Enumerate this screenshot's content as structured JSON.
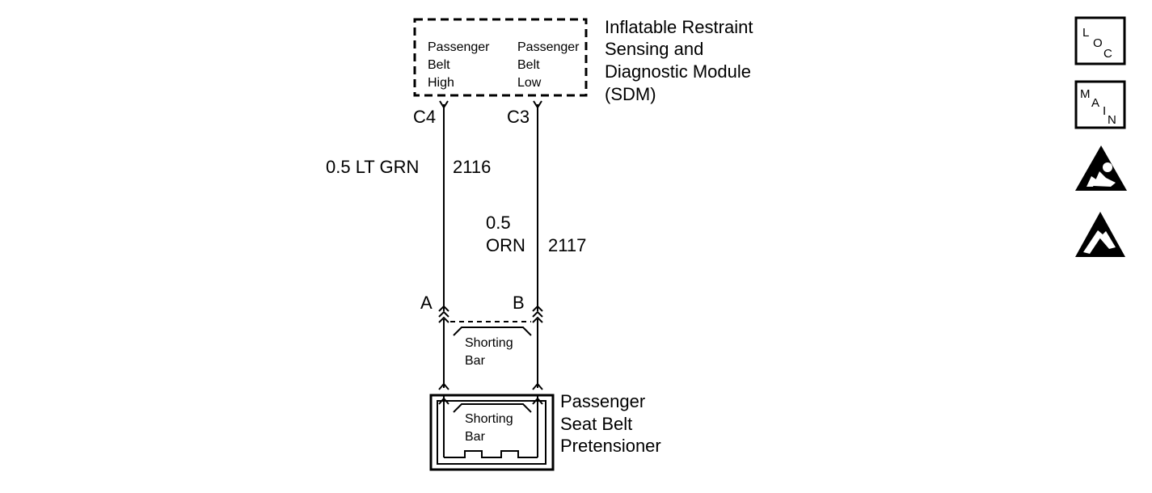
{
  "sdm": {
    "title_lines": [
      "Inflatable Restraint",
      "Sensing and",
      "Diagnostic Module",
      "(SDM)"
    ],
    "pin_left_lines": [
      "Passenger",
      "Belt",
      "High"
    ],
    "pin_right_lines": [
      "Passenger",
      "Belt",
      "Low"
    ],
    "connector_left": "C4",
    "connector_right": "C3"
  },
  "wires": {
    "left": {
      "gauge_color": "0.5 LT GRN",
      "circuit": "2116"
    },
    "right": {
      "gauge": "0.5",
      "color": "ORN",
      "circuit": "2117"
    }
  },
  "connector": {
    "terminal_left": "A",
    "terminal_right": "B",
    "shorting_bar_lines": [
      "Shorting",
      "Bar"
    ]
  },
  "pretensioner": {
    "title_lines": [
      "Passenger",
      "Seat Belt",
      "Pretensioner"
    ],
    "shorting_bar_lines": [
      "Shorting",
      "Bar"
    ]
  },
  "side_icons": {
    "loc": [
      "L",
      "O",
      "C"
    ],
    "main": [
      "M",
      "A",
      "I",
      "N"
    ],
    "airbag_warning_icon": "airbag-warning-icon",
    "esd_warning_icon": "esd-warning-icon"
  }
}
